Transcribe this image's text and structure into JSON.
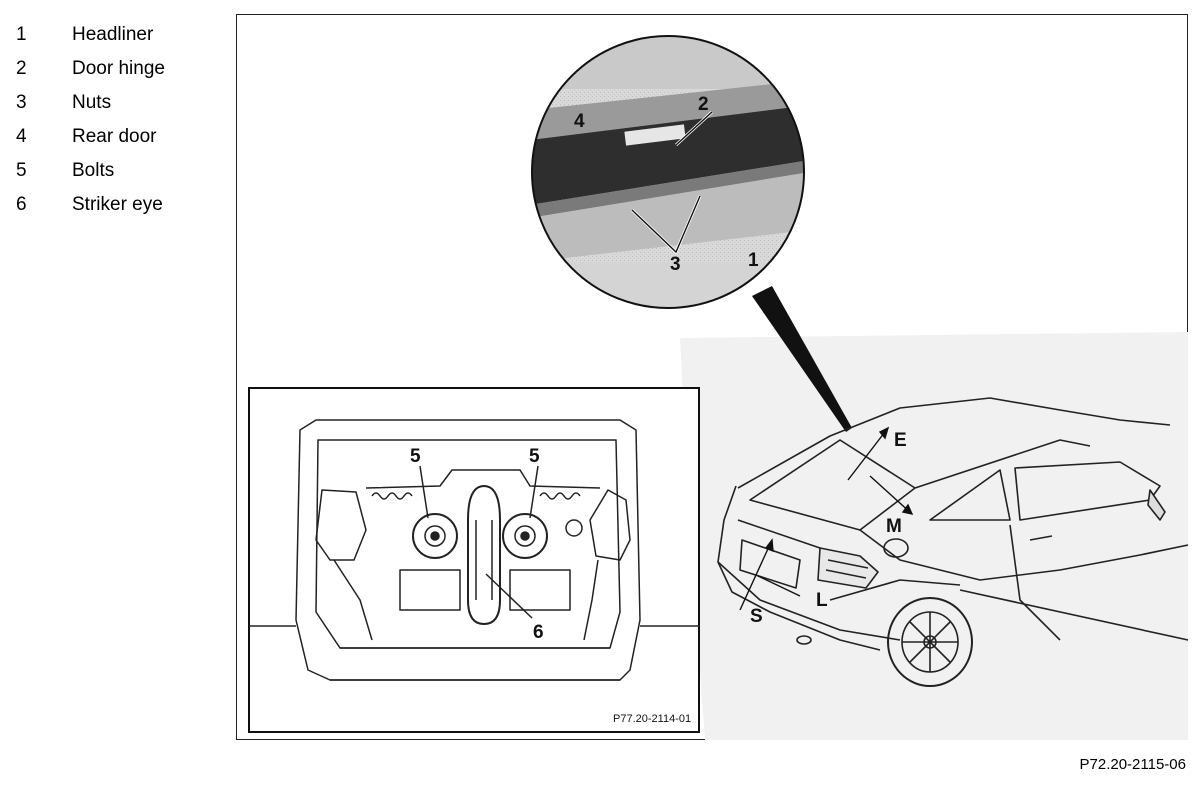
{
  "legend": [
    {
      "num": "1",
      "label": "Headliner"
    },
    {
      "num": "2",
      "label": "Door hinge"
    },
    {
      "num": "3",
      "label": "Nuts"
    },
    {
      "num": "4",
      "label": "Rear door"
    },
    {
      "num": "5",
      "label": "Bolts"
    },
    {
      "num": "6",
      "label": "Striker eye"
    }
  ],
  "callouts": {
    "detail_1": "1",
    "detail_2": "2",
    "detail_3": "3",
    "detail_4": "4",
    "inset_5a": "5",
    "inset_5b": "5",
    "inset_6": "6",
    "gap_E": "E",
    "gap_M": "M",
    "gap_L": "L",
    "gap_S": "S"
  },
  "inset_code": "P77.20-2114-01",
  "figure_code": "P72.20-2115-06"
}
